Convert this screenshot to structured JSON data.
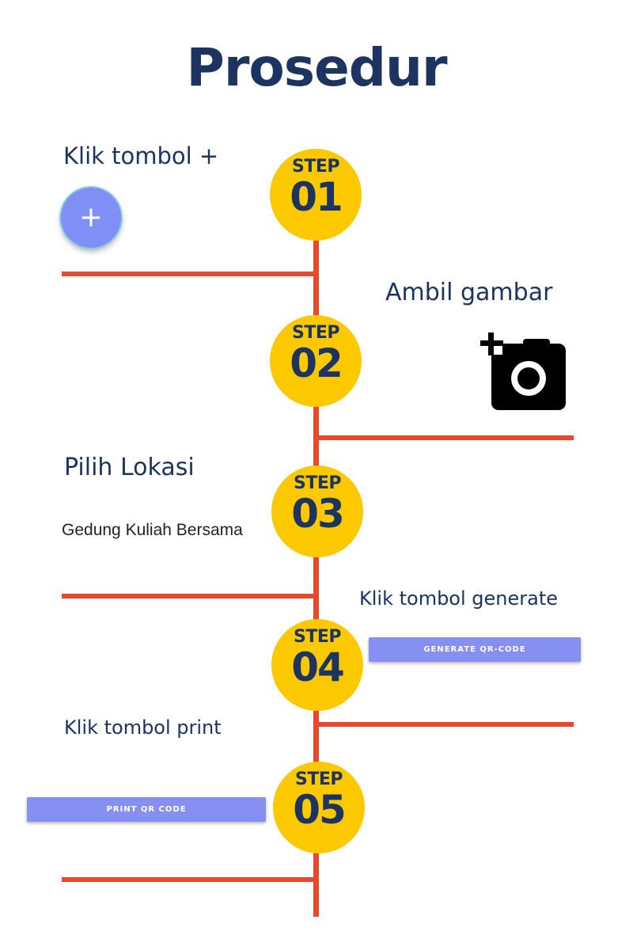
{
  "title": "Prosedur",
  "step_word": "STEP",
  "steps": [
    {
      "number": "01",
      "label": "Klik tombol +"
    },
    {
      "number": "02",
      "label": "Ambil gambar"
    },
    {
      "number": "03",
      "label": "Pilih Lokasi"
    },
    {
      "number": "04",
      "label": "Klik tombol generate"
    },
    {
      "number": "05",
      "label": "Klik tombol print"
    }
  ],
  "fab": {
    "symbol": "+",
    "icon": "plus-icon"
  },
  "camera": {
    "icon": "add-a-photo-icon"
  },
  "location": {
    "value": "Gedung Kuliah Bersama"
  },
  "buttons": {
    "generate": "GENERATE QR-CODE",
    "print": "PRINT QR CODE"
  },
  "colors": {
    "title": "#1d3461",
    "step_circle": "#fcc900",
    "timeline": "#e8492c",
    "button": "#8590f2",
    "fab": "#7f8ff5"
  }
}
